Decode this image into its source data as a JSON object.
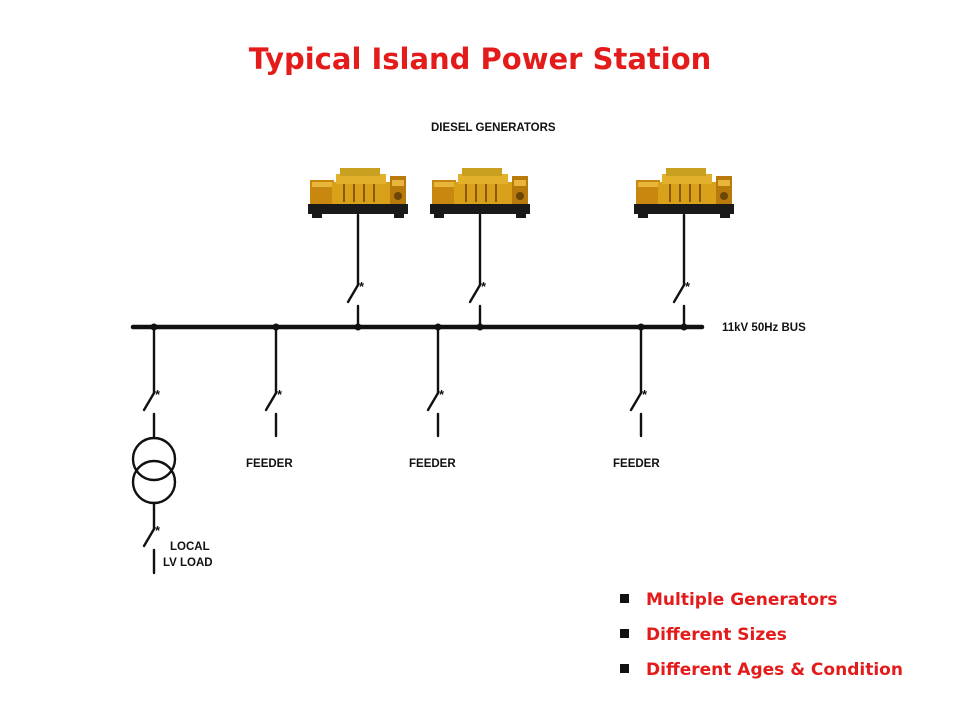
{
  "title": "Typical Island Power Station",
  "diagram": {
    "generators_label": "DIESEL GENERATORS",
    "bus_label": "11kV 50Hz BUS",
    "feeder_labels": [
      "FEEDER",
      "FEEDER",
      "FEEDER"
    ],
    "load_label_line1": "LOCAL",
    "load_label_line2": "LV LOAD",
    "breaker_mark": "*"
  },
  "bullets": [
    "Multiple Generators",
    "Different Sizes",
    "Different Ages & Condition"
  ],
  "colors": {
    "title": "#e31b1b",
    "bullets": "#e31b1b",
    "lines": "#111111",
    "generator": "#d9a01a"
  }
}
